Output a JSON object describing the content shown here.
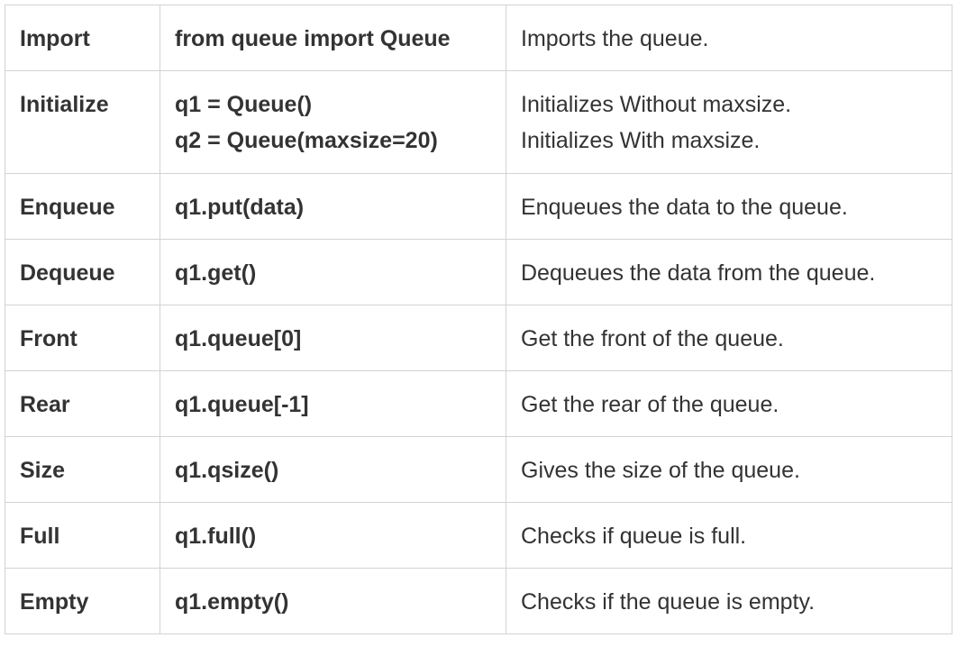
{
  "colors": {
    "border": "#d3d3d3",
    "name_text": "#333333",
    "code_text": "#7b84f0",
    "desc_text": "#333333"
  },
  "rows": [
    {
      "name": "Import",
      "code": [
        "from queue import Queue"
      ],
      "desc": [
        "Imports the queue."
      ]
    },
    {
      "name": "Initialize",
      "code": [
        "q1 = Queue()",
        "q2 = Queue(maxsize=20)"
      ],
      "desc": [
        "Initializes Without maxsize.",
        "Initializes With maxsize."
      ]
    },
    {
      "name": "Enqueue",
      "code": [
        "q1.put(data)"
      ],
      "desc": [
        "Enqueues the data to the queue."
      ]
    },
    {
      "name": "Dequeue",
      "code": [
        "q1.get()"
      ],
      "desc": [
        "Dequeues the data from the queue."
      ]
    },
    {
      "name": "Front",
      "code": [
        "q1.queue[0]"
      ],
      "desc": [
        "Get the front of the queue."
      ]
    },
    {
      "name": "Rear",
      "code": [
        "q1.queue[-1]"
      ],
      "desc": [
        "Get the rear of the queue."
      ]
    },
    {
      "name": "Size",
      "code": [
        "q1.qsize()"
      ],
      "desc": [
        "Gives the size of the queue."
      ]
    },
    {
      "name": "Full",
      "code": [
        "q1.full()"
      ],
      "desc": [
        "Checks if queue is full."
      ]
    },
    {
      "name": "Empty",
      "code": [
        "q1.empty()"
      ],
      "desc": [
        "Checks if the queue is empty."
      ]
    }
  ]
}
